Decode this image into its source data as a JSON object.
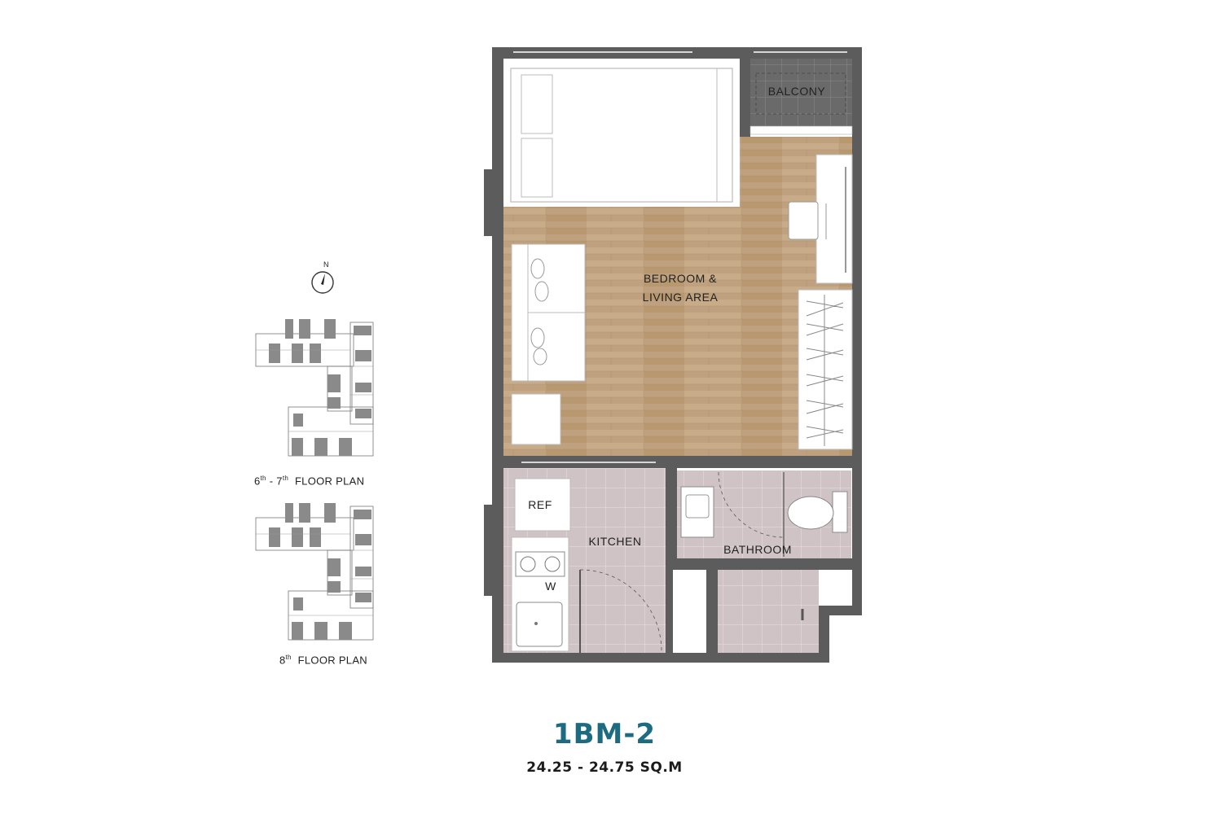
{
  "compass": {
    "north_label": "N",
    "icon": "compass-icon"
  },
  "key_plans": [
    {
      "ordinal_a": "6",
      "suffix_a": "th",
      "separator": "-",
      "ordinal_b": "7",
      "suffix_b": "th",
      "caption": "FLOOR PLAN"
    },
    {
      "ordinal_a": "8",
      "suffix_a": "th",
      "caption": "FLOOR PLAN"
    }
  ],
  "rooms": {
    "balcony": "BALCONY",
    "bedroom_line1": "BEDROOM &",
    "bedroom_line2": "LIVING AREA",
    "kitchen": "KITCHEN",
    "ref": "REF",
    "washer": "W",
    "bathroom": "BATHROOM"
  },
  "unit": {
    "code": "1BM-2",
    "area": "24.25 - 24.75 SQ.M"
  },
  "colors": {
    "wall": "#5c5c5c",
    "floor_wood": "#bfa17f",
    "tile": "#cfc3c5",
    "balcony_tile": "#6a6a6a",
    "title": "#1d6b80"
  }
}
